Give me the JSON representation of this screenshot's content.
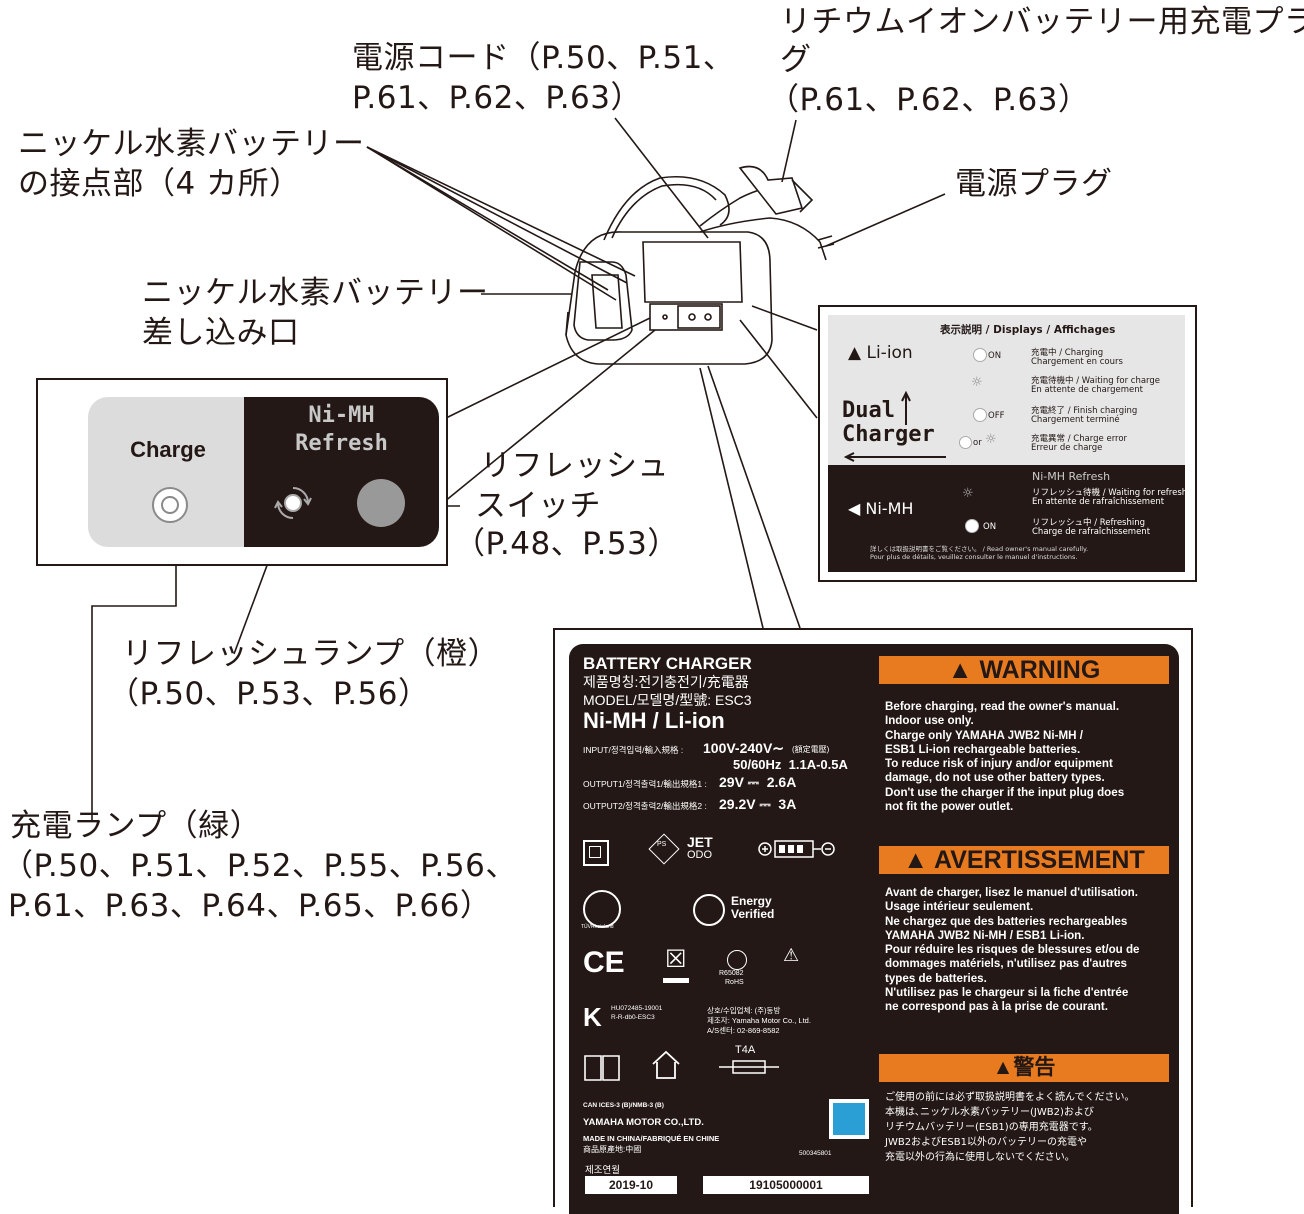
{
  "callouts": {
    "lithium_plug": {
      "line1": "リチウムイオンバッテリー用充電プラ",
      "line2": "グ",
      "line3": "（P.61、P.62、P.63）"
    },
    "power_cord": {
      "line1": "電源コード（P.50、P.51、",
      "line2": "P.61、P.62、P.63）"
    },
    "nimh_contacts": {
      "line1": "ニッケル水素バッテリー",
      "line2": "の接点部（4 カ所）"
    },
    "power_plug": "電源プラグ",
    "nimh_slot": {
      "line1": "ニッケル水素バッテリー",
      "line2": "差し込み口"
    },
    "refresh_switch": {
      "line1": "リフレッシュ",
      "line2": "スイッチ",
      "line3": "（P.48、P.53）"
    },
    "refresh_lamp": {
      "line1": "リフレッシュランプ（橙）",
      "line2": "（P.50、P.53、P.56）"
    },
    "charge_lamp": {
      "line1": "充電ランプ（緑）",
      "line2": "（P.50、P.51、P.52、P.55、P.56、",
      "line3": "P.61、P.63、P.64、P.65、P.66）"
    }
  },
  "control_panel": {
    "charge_label": "Charge",
    "nimh_label_1": "Ni-MH",
    "nimh_label_2": "Refresh"
  },
  "display_panel": {
    "title": "表示説明 / Displays / Affichages",
    "liion": "Li-ion",
    "dual_1": "Dual",
    "dual_2": "Charger",
    "nimh": "Ni-MH",
    "nimh_refresh": "Ni-MH Refresh",
    "rows": [
      {
        "state": "ON",
        "jp": "充電中 / Charging",
        "fr": "Chargement en cours"
      },
      {
        "state": "",
        "jp": "充電待機中 / Waiting for charge",
        "fr": "En attente de chargement"
      },
      {
        "state": "OFF",
        "jp": "充電終了 / Finish charging",
        "fr": "Chargement terminé"
      },
      {
        "state": "or",
        "jp": "充電異常 / Charge error",
        "fr": "Erreur de charge"
      },
      {
        "state": "",
        "jp": "リフレッシュ待機 / Waiting for refresh",
        "fr": "En attente de rafraîchissement"
      },
      {
        "state": "ON",
        "jp": "リフレッシュ中 / Refreshing",
        "fr": "Charge de rafraîchissement"
      }
    ],
    "footer_1": "詳しくは取扱説明書をご覧ください。 / Read owner's manual carefully.",
    "footer_2": "Pour plus de détails, veuillez consulter le manuel d'instructions."
  },
  "plate": {
    "title": "BATTERY CHARGER",
    "name_ko": "제품명칭:전기충전기/充電器",
    "model": "MODEL/모델명/型號: ESC3",
    "type": "Ni-MH / Li-ion",
    "input_label": "INPUT/정격입력/輸入規格 :",
    "input_value": "100V-240V∼",
    "input_note": "(額定電壓)",
    "input_value2": "50/60Hz  1.1A-0.5A",
    "output1_label": "OUTPUT1/정격출력1/輸出規格1 :",
    "output1_value": "29V ⎓  2.6A",
    "output2_label": "OUTPUT2/정격출력2/輸出規格2 :",
    "output2_value": "29.2V ⎓  3A",
    "jet": "JET",
    "odo": "ODO",
    "ps": "PS",
    "energy_1": "Energy",
    "energy_2": "Verified",
    "tuv": "TÜVRheinland",
    "rohs_1": "R65082",
    "rohs_2": "RoHS",
    "kc_1": "HU072485-19001",
    "kc_2": "R-R-db0-ESC3",
    "importer_1": "상호/수입업체: (주)동방",
    "importer_2": "제조자: Yamaha Motor Co., Ltd.",
    "importer_3": "A/S센터: 02-869-8582",
    "fuse": "T4A",
    "ices": "CAN ICES-3 (B)/NMB-3 (B)",
    "maker": "YAMAHA MOTOR CO.,LTD.",
    "made_1": "MADE IN CHINA/FABRIQUÉ EN CHINE",
    "made_2": "商品原產地:中國",
    "date_label": "제조연월",
    "part_no": "500345801",
    "date": "2019-10",
    "serial": "19105000001",
    "warning_title": "WARNING",
    "warning_text": "Before charging, read the owner's manual.\nIndoor use only.\nCharge only YAMAHA JWB2 Ni-MH /\nESB1 Li-ion rechargeable batteries.\nTo reduce risk of injury and/or equipment\ndamage, do not use other battery types.\nDon't use the charger if the input plug does\nnot fit the power outlet.",
    "avert_title": "AVERTISSEMENT",
    "avert_text": "Avant de charger, lisez le manuel d'utilisation.\nUsage intérieur seulement.\nNe chargez que des batteries rechargeables\nYAMAHA JWB2 Ni-MH / ESB1 Li-ion.\nPour réduire les risques de blessures et/ou de\ndommages matériels, n'utilisez pas d'autres\ntypes de batteries.\nN'utilisez pas le chargeur si la fiche d'entrée\nne correspond pas à la prise de courant.",
    "keikoku_title": "警告",
    "keikoku_text": "ご使用の前には必ず取扱説明書をよく読んでください。\n本機は､ニッケル水素バッテリー(JWB2)および\nリチウムバッテリー(ESB1)の専用充電器です。\nJWB2およびESB1以外のバッテリーの充電や\n充電以外の行為に使用しないでください。"
  },
  "colors": {
    "ink": "#231815",
    "orange": "#e87b1f",
    "panel_gray": "#dcdcdc",
    "qr_blue": "#2a9fd6"
  }
}
